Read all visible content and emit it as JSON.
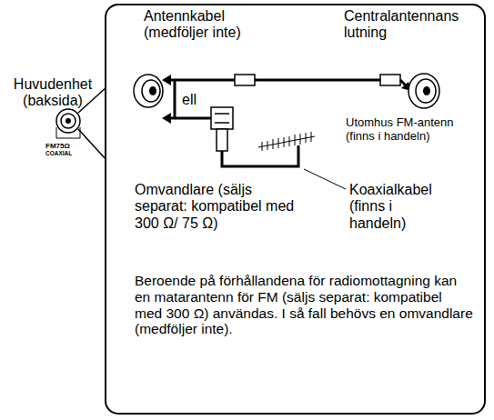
{
  "diagram": {
    "labels": [
      "Huvudenhet (baksida)",
      "FM75Ω",
      "COAXIAL",
      "Antennkabel (medföljer inte)",
      "Centralantennans lutning",
      "ell",
      "Utomhus FM-antenn (finns i handeln)",
      "Koaxialkabel (finns i handeln)",
      "Omvandlare (säljs separat: kompatibel med 300 Ω/ 75 Ω)",
      "Beroende på förhållandena för radiomottagning kan en matarantenn för FM (säljs separat: kompatibel med 300 Ω) användas. I så fall behövs en omvandlare (medföljer inte)."
    ]
  }
}
